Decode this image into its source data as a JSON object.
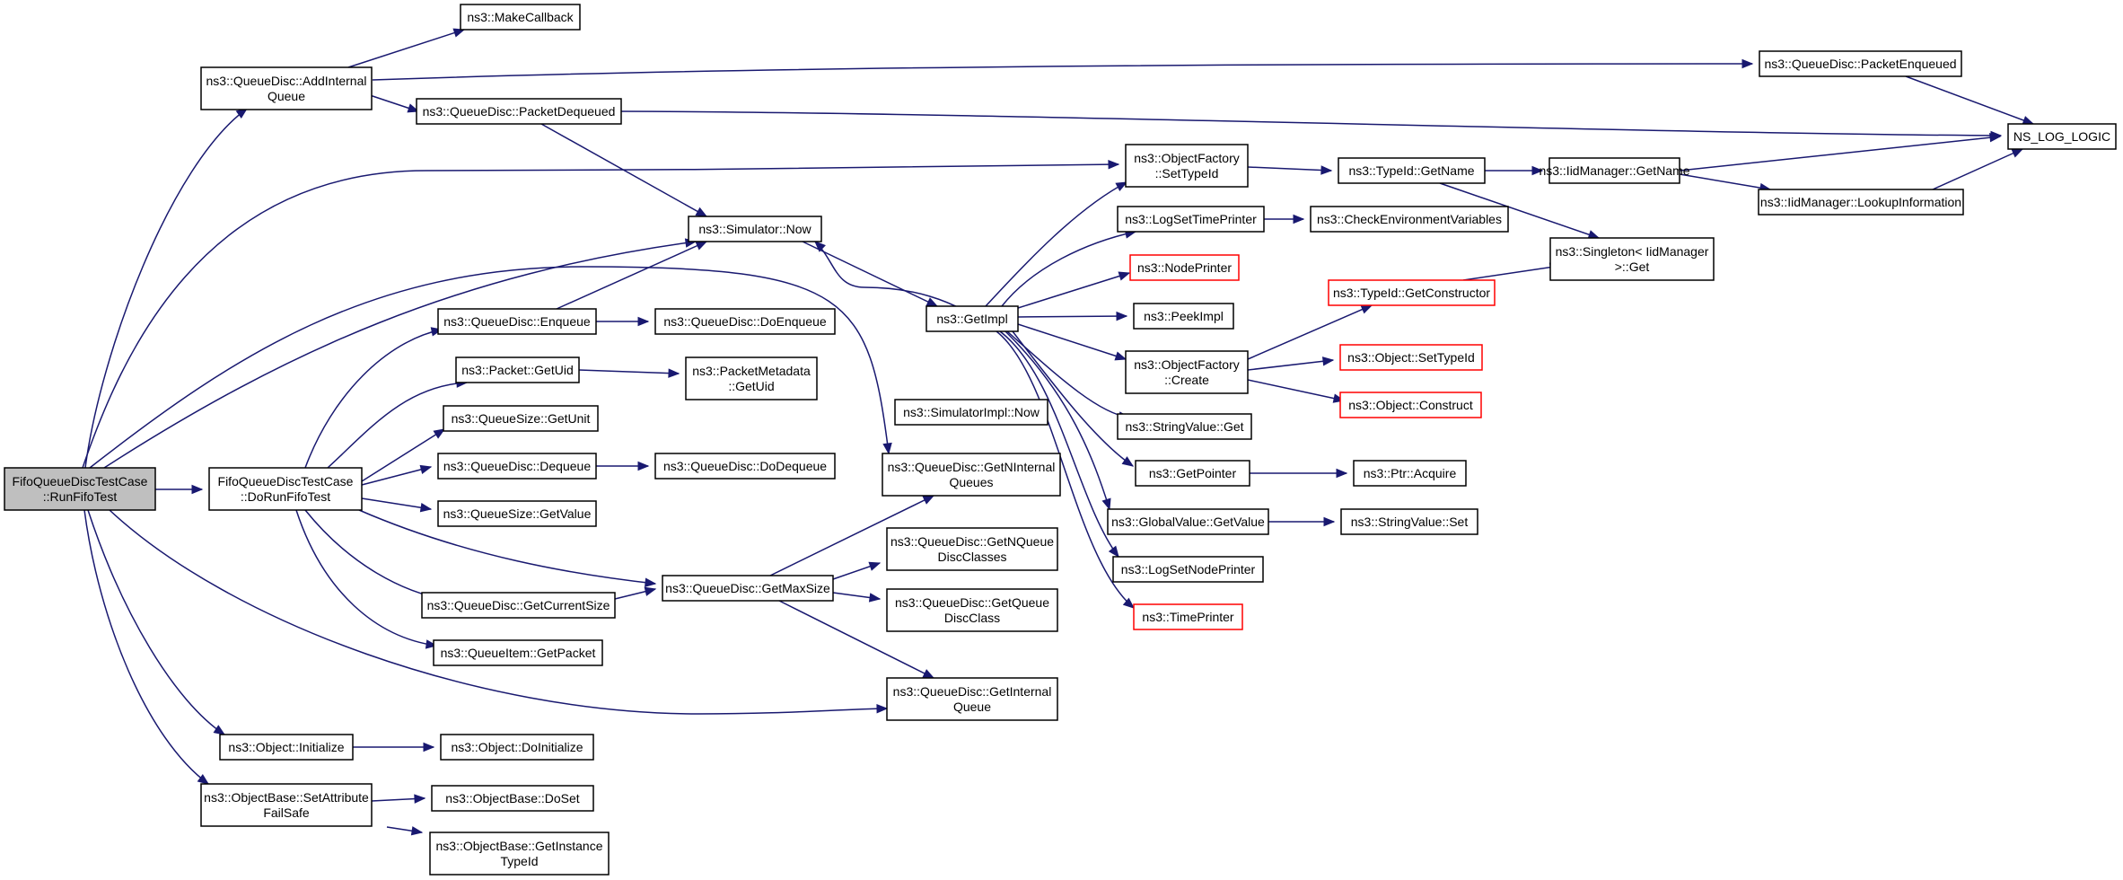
{
  "colors": {
    "edge": "#191970",
    "node_border": "#000000",
    "truncated_border": "#ff0000",
    "root_fill": "#bfbfbf"
  },
  "nodes": {
    "root": [
      "FifoQueueDiscTestCase",
      "::RunFifoTest"
    ],
    "doRun": [
      "FifoQueueDiscTestCase",
      "::DoRunFifoTest"
    ],
    "addInt": [
      "ns3::QueueDisc::AddInternal",
      "Queue"
    ],
    "makeCb": [
      "ns3::MakeCallback"
    ],
    "pktDeq": [
      "ns3::QueueDisc::PacketDequeued"
    ],
    "pktEnq": [
      "ns3::QueueDisc::PacketEnqueued"
    ],
    "nsLog": [
      "NS_LOG_LOGIC"
    ],
    "simNow": [
      "ns3::Simulator::Now"
    ],
    "getImpl": [
      "ns3::GetImpl"
    ],
    "ofSet": [
      "ns3::ObjectFactory",
      "::SetTypeId"
    ],
    "tidName": [
      "ns3::TypeId::GetName"
    ],
    "iidName": [
      "ns3::IidManager::GetName"
    ],
    "iidLookup": [
      "ns3::IidManager::LookupInformation"
    ],
    "singleton": [
      "ns3::Singleton< IidManager",
      ">::Get"
    ],
    "logTime": [
      "ns3::LogSetTimePrinter"
    ],
    "checkEnv": [
      "ns3::CheckEnvironmentVariables"
    ],
    "nodePrinter": [
      "ns3::NodePrinter"
    ],
    "peekImpl": [
      "ns3::PeekImpl"
    ],
    "tidCtor": [
      "ns3::TypeId::GetConstructor"
    ],
    "ofCreate": [
      "ns3::ObjectFactory",
      "::Create"
    ],
    "objSet": [
      "ns3::Object::SetTypeId"
    ],
    "objConstruct": [
      "ns3::Object::Construct"
    ],
    "strGet": [
      "ns3::StringValue::Get"
    ],
    "getPtr": [
      "ns3::GetPointer"
    ],
    "ptrAcq": [
      "ns3::Ptr::Acquire"
    ],
    "gvGet": [
      "ns3::GlobalValue::GetValue"
    ],
    "strSet": [
      "ns3::StringValue::Set"
    ],
    "logNode": [
      "ns3::LogSetNodePrinter"
    ],
    "timePrinter": [
      "ns3::TimePrinter"
    ],
    "enqueue": [
      "ns3::QueueDisc::Enqueue"
    ],
    "doEnq": [
      "ns3::QueueDisc::DoEnqueue"
    ],
    "pktUid": [
      "ns3::Packet::GetUid"
    ],
    "pmUid": [
      "ns3::PacketMetadata",
      "::GetUid"
    ],
    "simImplNow": [
      "ns3::SimulatorImpl::Now"
    ],
    "getUnit": [
      "ns3::QueueSize::GetUnit"
    ],
    "dequeue": [
      "ns3::QueueDisc::Dequeue"
    ],
    "doDeq": [
      "ns3::QueueDisc::DoDequeue"
    ],
    "getNInt": [
      "ns3::QueueDisc::GetNInternal",
      "Queues"
    ],
    "getValue": [
      "ns3::QueueSize::GetValue"
    ],
    "curSize": [
      "ns3::QueueDisc::GetCurrentSize"
    ],
    "maxSize": [
      "ns3::QueueDisc::GetMaxSize"
    ],
    "getNQdc": [
      "ns3::QueueDisc::GetNQueue",
      "DiscClasses"
    ],
    "getQdc": [
      "ns3::QueueDisc::GetQueue",
      "DiscClass"
    ],
    "getPacket": [
      "ns3::QueueItem::GetPacket"
    ],
    "getIntQ": [
      "ns3::QueueDisc::GetInternal",
      "Queue"
    ],
    "objInit": [
      "ns3::Object::Initialize"
    ],
    "doInit": [
      "ns3::Object::DoInitialize"
    ],
    "setAttr": [
      "ns3::ObjectBase::SetAttribute",
      "FailSafe"
    ],
    "doSet": [
      "ns3::ObjectBase::DoSet"
    ],
    "getInst": [
      "ns3::ObjectBase::GetInstance",
      "TypeId"
    ]
  }
}
